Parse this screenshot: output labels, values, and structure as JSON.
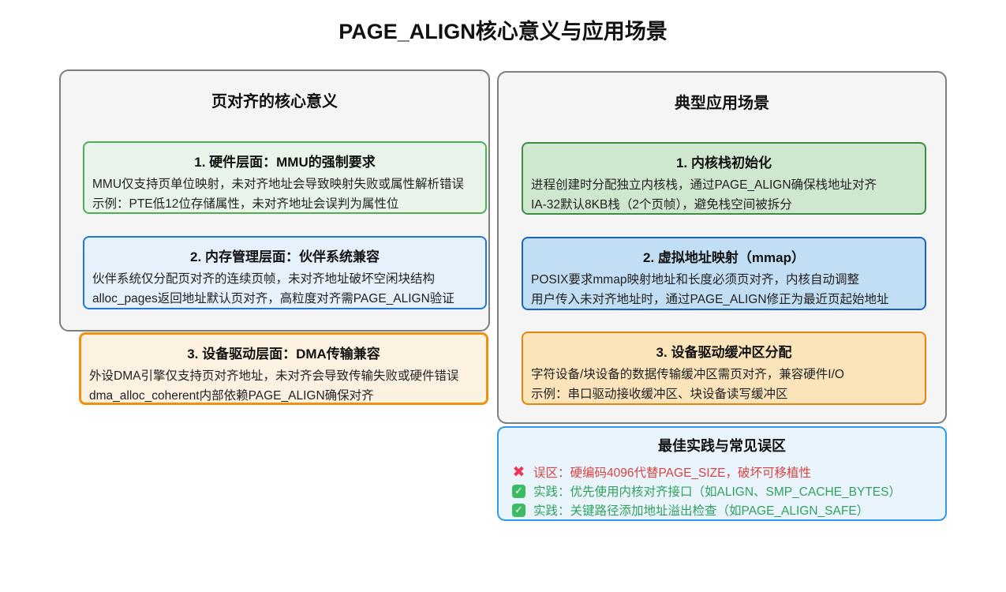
{
  "title": "PAGE_ALIGN核心意义与应用场景",
  "left_panel": {
    "header": "页对齐的核心意义",
    "boxes": [
      {
        "title": "1. 硬件层面：MMU的强制要求",
        "line1": "MMU仅支持页单位映射，未对齐地址会导致映射失败或属性解析错误",
        "line2": "示例：PTE低12位存储属性，未对齐地址会误判为属性位"
      },
      {
        "title": "2. 内存管理层面：伙伴系统兼容",
        "line1": "伙伴系统仅分配页对齐的连续页帧，未对齐地址破坏空闲块结构",
        "line2": "alloc_pages返回地址默认页对齐，高粒度对齐需PAGE_ALIGN验证"
      },
      {
        "title": "3. 设备驱动层面：DMA传输兼容",
        "line1": "外设DMA引擎仅支持页对齐地址，未对齐会导致传输失败或硬件错误",
        "line2": "dma_alloc_coherent内部依赖PAGE_ALIGN确保对齐"
      }
    ]
  },
  "right_panel": {
    "header": "典型应用场景",
    "boxes": [
      {
        "title": "1. 内核栈初始化",
        "line1": "进程创建时分配独立内核栈，通过PAGE_ALIGN确保栈地址对齐",
        "line2": "IA-32默认8KB栈（2个页帧），避免栈空间被拆分"
      },
      {
        "title": "2. 虚拟地址映射（mmap）",
        "line1": "POSIX要求mmap映射地址和长度必须页对齐，内核自动调整",
        "line2": "用户传入未对齐地址时，通过PAGE_ALIGN修正为最近页起始地址"
      },
      {
        "title": "3. 设备驱动缓冲区分配",
        "line1": "字符设备/块设备的数据传输缓冲区需页对齐，兼容硬件I/O",
        "line2": "示例：串口驱动接收缓冲区、块设备读写缓冲区"
      }
    ]
  },
  "best_practices": {
    "header": "最佳实践与常见误区",
    "items": [
      {
        "icon": "cross-icon",
        "text": "误区：硬编码4096代替PAGE_SIZE，破坏可移植性",
        "color": "#d64540"
      },
      {
        "icon": "check-icon",
        "text": "实践：优先使用内核对齐接口（如ALIGN、SMP_CACHE_BYTES）",
        "color": "#2fa35c"
      },
      {
        "icon": "check-icon",
        "text": "实践：关键路径添加地址溢出检查（如PAGE_ALIGN_SAFE）",
        "color": "#2fa35c"
      }
    ]
  },
  "icons": {
    "cross": {
      "glyph": "✖"
    },
    "check": {
      "glyph": "✓"
    }
  },
  "colors": {
    "panel_bg": "#f5f5f5",
    "panel_border": "#7e7e7e",
    "green_light_bg": "#e9f5ea",
    "green_light_border": "#4caf50",
    "green_dark_bg": "#cfe6cf",
    "green_dark_border": "#3e8e41",
    "blue_light_bg": "#e7f1fc",
    "blue_light_border": "#2176d2",
    "blue_dark_bg": "#c2def5",
    "blue_dark_border": "#1a63b8",
    "orange_light_bg": "#fdf2e2",
    "orange_light_border": "#f29111",
    "orange_dark_bg": "#fbe3ba",
    "orange_dark_border": "#e8820c",
    "bp_bg": "#eaf4fd",
    "bp_border": "#2e9bf0",
    "error_red": "#d64540",
    "ok_green": "#2fa35c"
  }
}
